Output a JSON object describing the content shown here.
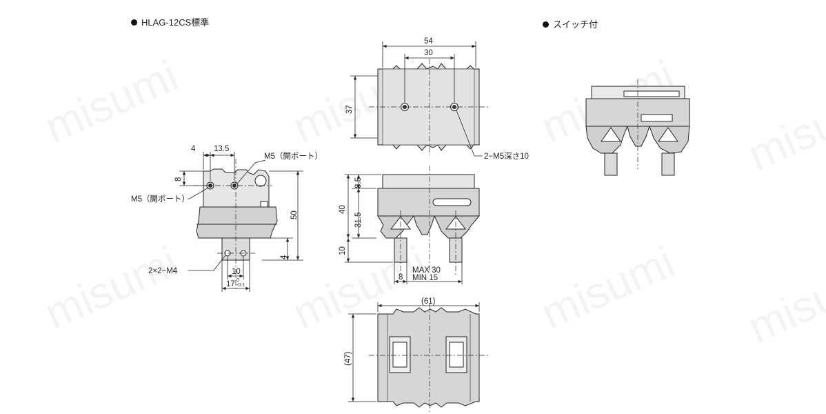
{
  "headings": {
    "standard": "HLAG-12CS標準",
    "with_switch": "スイッチ付"
  },
  "watermark": "misumi",
  "dims": {
    "side_4": "4",
    "side_13_5": "13.5",
    "side_8": "8",
    "side_50": "50",
    "side_10": "10",
    "side_4b": "4",
    "side_17": "17",
    "tol_hi": "0",
    "tol_lo": "-0.1",
    "top_54": "54",
    "top_30": "30",
    "top_37": "37",
    "front_8_5": "8.5",
    "front_40": "40",
    "front_31_5": "31.5",
    "front_10": "10",
    "front_8": "8",
    "front_max": "MAX 30",
    "front_min": "MIN 15",
    "bottom_61": "(61)",
    "bottom_47": "(47)"
  },
  "callouts": {
    "m5_port_1": "M5（開ポート）",
    "m5_port_2": "M5（開ポート）",
    "tap_2x2_m4": "2×2−M4",
    "tap_2_m5": "2−M5深さ10"
  }
}
